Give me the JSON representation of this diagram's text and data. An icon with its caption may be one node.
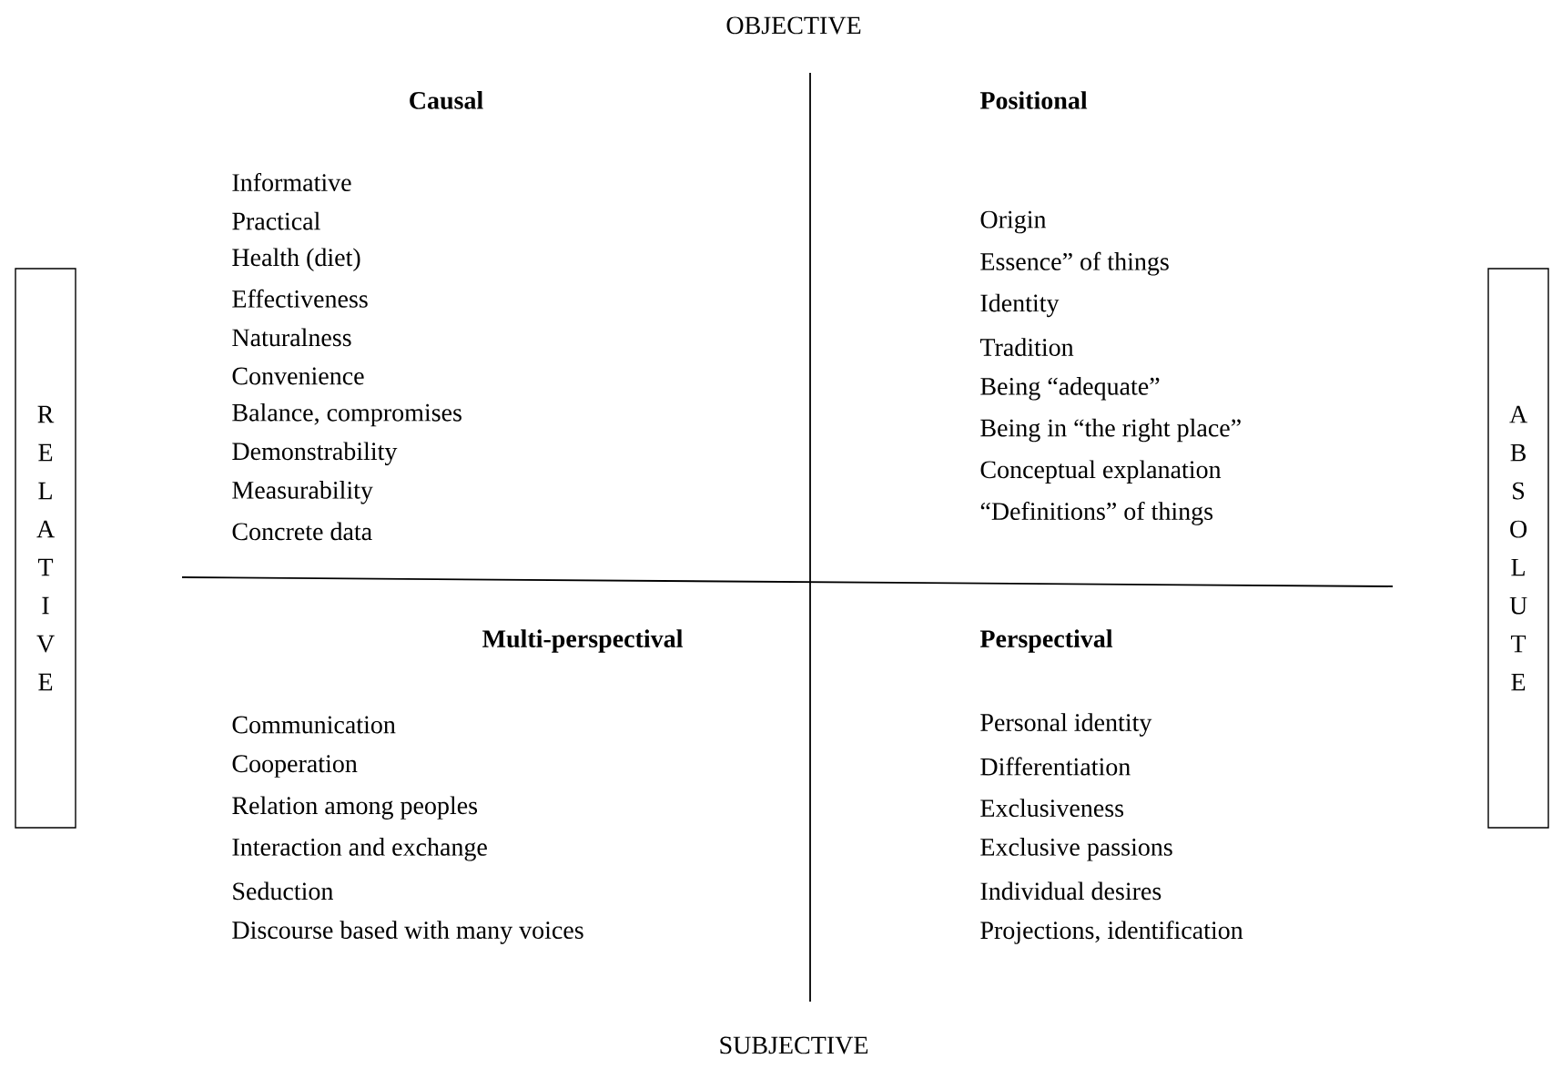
{
  "diagram": {
    "nodes": [
      {
        "text": [
          "R E L A T I V E"
        ]
      },
      {
        "text": [
          "A B S O L U T E"
        ]
      }
    ],
    "labels": [
      "OBJECTIVE",
      "Causal",
      "Positional",
      "Informative",
      "Practical",
      "Health (diet)",
      "Effectiveness",
      "Naturalness",
      "Convenience",
      "Balance, compromises",
      "Demonstrability",
      "Measurability",
      "Concrete data",
      "Origin",
      "Essence” of things",
      "Identity",
      "Tradition",
      "Being “adequate”",
      "Being in “the right place”",
      "Conceptual explanation",
      "“Definitions” of things",
      "Multi-perspectival",
      "Perspectival",
      "Communication",
      "Cooperation",
      "Relation among peoples",
      "Interaction and exchange",
      "Seduction",
      "Discourse based with many voices",
      "Personal identity",
      "Differentiation",
      "Exclusiveness",
      "Exclusive passions",
      "Individual desires",
      "Projections, identification",
      "SUBJECTIVE"
    ]
  }
}
